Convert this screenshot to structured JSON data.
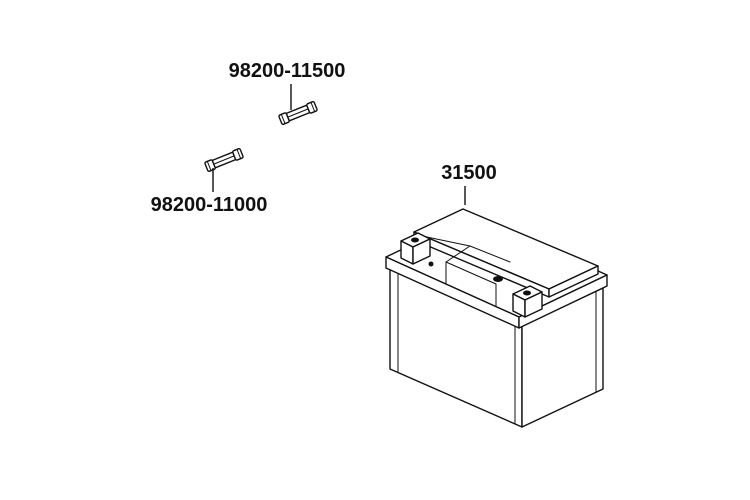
{
  "parts": [
    {
      "id": "fuse-15a",
      "part_number": "98200-11500"
    },
    {
      "id": "fuse-10a",
      "part_number": "98200-11000"
    },
    {
      "id": "battery",
      "part_number": "31500"
    }
  ]
}
